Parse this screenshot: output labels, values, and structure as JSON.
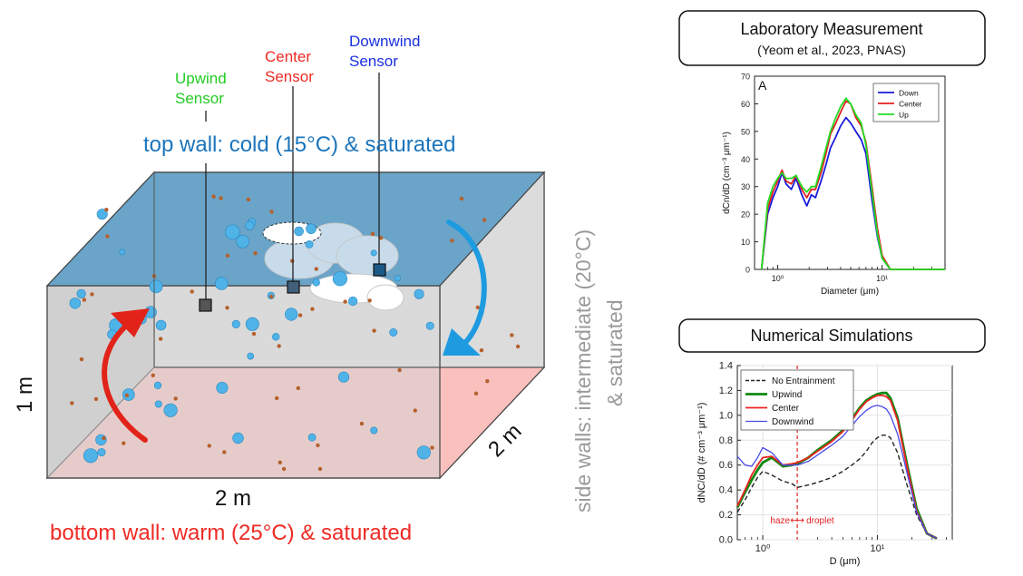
{
  "diagram": {
    "sensors": {
      "upwind": [
        "Upwind",
        "Sensor"
      ],
      "center": [
        "Center",
        "Sensor"
      ],
      "downwind": [
        "Downwind",
        "Sensor"
      ]
    },
    "top_wall": "top wall: cold (15°C) & saturated",
    "bottom_wall": "bottom wall: warm (25°C) & saturated",
    "side_walls": [
      "side walls: intermediate (20°C)",
      "& saturated"
    ],
    "dim_height": "1 m",
    "dim_width": "2 m",
    "dim_depth": "2 m",
    "colors": {
      "top_wall": "#1b75bc",
      "bottom_wall": "#ee2a24",
      "upwind": "#22cc22",
      "center": "#ee2a24",
      "downwind": "#1a2fe0",
      "side_walls": "#9a9a9a"
    }
  },
  "lab_panel": {
    "header_title": "Laboratory Measurement",
    "header_subtitle": "(Yeom et al., 2023, PNAS)",
    "chart_data": {
      "type": "line",
      "panel_label": "A",
      "xlabel": "Diameter (μm)",
      "ylabel": "dCn/dD (cm⁻³ μm⁻¹)",
      "xscale": "log",
      "xlim": [
        0.6,
        40
      ],
      "ylim": [
        0,
        70
      ],
      "yticks": [
        0,
        10,
        20,
        30,
        40,
        50,
        60,
        70
      ],
      "xtick_labels": [
        "10⁰",
        "10¹"
      ],
      "legend_position": "top-right",
      "series": [
        {
          "name": "Down",
          "color": "#1a1adb",
          "x": [
            0.7,
            0.8,
            0.9,
            1.0,
            1.1,
            1.2,
            1.35,
            1.5,
            1.7,
            1.9,
            2.1,
            2.3,
            2.6,
            2.9,
            3.2,
            3.6,
            4.0,
            4.5,
            5.0,
            5.6,
            6.3,
            7.0,
            8.0,
            9.0,
            10,
            12,
            15,
            20,
            30,
            40
          ],
          "y": [
            0,
            20,
            26,
            30,
            35,
            31,
            29,
            33,
            27,
            23,
            27,
            26,
            32,
            38,
            44,
            48,
            52,
            55,
            53,
            50,
            47,
            42,
            25,
            12,
            4,
            0,
            0,
            0,
            0,
            0
          ]
        },
        {
          "name": "Center",
          "color": "#e02020",
          "x": [
            0.7,
            0.8,
            0.9,
            1.0,
            1.1,
            1.2,
            1.35,
            1.5,
            1.7,
            1.9,
            2.1,
            2.3,
            2.6,
            2.9,
            3.2,
            3.6,
            4.0,
            4.5,
            5.0,
            5.6,
            6.3,
            7.0,
            8.0,
            9.0,
            10,
            12,
            15,
            20,
            30,
            40
          ],
          "y": [
            0,
            22,
            28,
            32,
            36,
            32,
            31,
            34,
            29,
            26,
            29,
            29,
            35,
            42,
            49,
            53,
            57,
            61,
            60,
            55,
            52,
            46,
            30,
            15,
            5,
            0,
            0,
            0,
            0,
            0
          ]
        },
        {
          "name": "Up",
          "color": "#22dd22",
          "x": [
            0.7,
            0.8,
            0.9,
            1.0,
            1.1,
            1.2,
            1.35,
            1.5,
            1.7,
            1.9,
            2.1,
            2.3,
            2.6,
            2.9,
            3.2,
            3.6,
            4.0,
            4.5,
            5.0,
            5.6,
            6.3,
            7.0,
            8.0,
            9.0,
            10,
            12,
            15,
            20,
            30,
            40
          ],
          "y": [
            0,
            24,
            30,
            33,
            35,
            33,
            33,
            34,
            30,
            28,
            30,
            30,
            37,
            44,
            50,
            55,
            59,
            62,
            60,
            56,
            53,
            45,
            28,
            13,
            4,
            0,
            0,
            0,
            0,
            0
          ]
        }
      ]
    }
  },
  "sim_panel": {
    "header_title": "Numerical Simulations",
    "chart_data": {
      "type": "line",
      "xlabel": "D (μm)",
      "ylabel": "dNC/dD (# cm⁻³ μm⁻¹)",
      "xscale": "log",
      "xlim": [
        0.6,
        45
      ],
      "ylim": [
        0,
        1.4
      ],
      "yticks": [
        0.0,
        0.2,
        0.4,
        0.6,
        0.8,
        1.0,
        1.2,
        1.4
      ],
      "ytick_labels": [
        "0.0",
        "0.2",
        "0.4",
        "0.6",
        "0.8",
        "1.0",
        "1.2",
        "1.4"
      ],
      "xtick_labels": [
        "10⁰",
        "10¹"
      ],
      "grid": true,
      "legend_position": "top-left",
      "annotation": {
        "text_left": "haze",
        "arrow": "⟷",
        "text_right": "droplet",
        "x": 2.0
      },
      "series": [
        {
          "name": "No Entrainment",
          "color": "#222222",
          "dash": true,
          "x": [
            0.6,
            0.7,
            0.8,
            0.9,
            1.0,
            1.2,
            1.5,
            1.8,
            2.0,
            2.5,
            3,
            4,
            5,
            6,
            7,
            8,
            9,
            10,
            11,
            12,
            13,
            15,
            18,
            22,
            27,
            33
          ],
          "y": [
            0.22,
            0.32,
            0.42,
            0.5,
            0.55,
            0.52,
            0.47,
            0.45,
            0.42,
            0.44,
            0.46,
            0.5,
            0.55,
            0.6,
            0.65,
            0.71,
            0.78,
            0.82,
            0.84,
            0.84,
            0.82,
            0.7,
            0.45,
            0.2,
            0.05,
            0.01
          ]
        },
        {
          "name": "Upwind",
          "color": "#118811",
          "x": [
            0.6,
            0.7,
            0.8,
            0.9,
            1.0,
            1.2,
            1.5,
            1.8,
            2.0,
            2.5,
            3,
            4,
            5,
            6,
            7,
            8,
            9,
            10,
            11,
            12,
            13,
            15,
            18,
            22,
            27,
            33
          ],
          "y": [
            0.26,
            0.38,
            0.48,
            0.56,
            0.62,
            0.66,
            0.59,
            0.6,
            0.61,
            0.66,
            0.72,
            0.8,
            0.88,
            0.97,
            1.06,
            1.12,
            1.15,
            1.17,
            1.18,
            1.18,
            1.14,
            0.98,
            0.62,
            0.25,
            0.05,
            0.01
          ]
        },
        {
          "name": "Center",
          "color": "#ee2222",
          "x": [
            0.6,
            0.7,
            0.8,
            0.9,
            1.0,
            1.2,
            1.5,
            1.8,
            2.0,
            2.5,
            3,
            4,
            5,
            6,
            7,
            8,
            9,
            10,
            11,
            12,
            13,
            15,
            18,
            22,
            27,
            33
          ],
          "y": [
            0.27,
            0.4,
            0.52,
            0.6,
            0.66,
            0.67,
            0.6,
            0.61,
            0.62,
            0.66,
            0.71,
            0.79,
            0.87,
            0.96,
            1.05,
            1.11,
            1.14,
            1.16,
            1.16,
            1.15,
            1.12,
            0.96,
            0.6,
            0.23,
            0.05,
            0.01
          ]
        },
        {
          "name": "Downwind",
          "color": "#4a4ae8",
          "x": [
            0.6,
            0.7,
            0.8,
            0.9,
            1.0,
            1.2,
            1.5,
            1.8,
            2.0,
            2.5,
            3,
            4,
            5,
            6,
            7,
            8,
            9,
            10,
            11,
            12,
            13,
            15,
            18,
            22,
            27,
            33
          ],
          "y": [
            0.67,
            0.6,
            0.59,
            0.66,
            0.74,
            0.7,
            0.6,
            0.6,
            0.6,
            0.63,
            0.68,
            0.76,
            0.83,
            0.92,
            0.99,
            1.04,
            1.07,
            1.08,
            1.07,
            1.05,
            1.0,
            0.85,
            0.55,
            0.22,
            0.05,
            0.01
          ]
        }
      ]
    }
  }
}
